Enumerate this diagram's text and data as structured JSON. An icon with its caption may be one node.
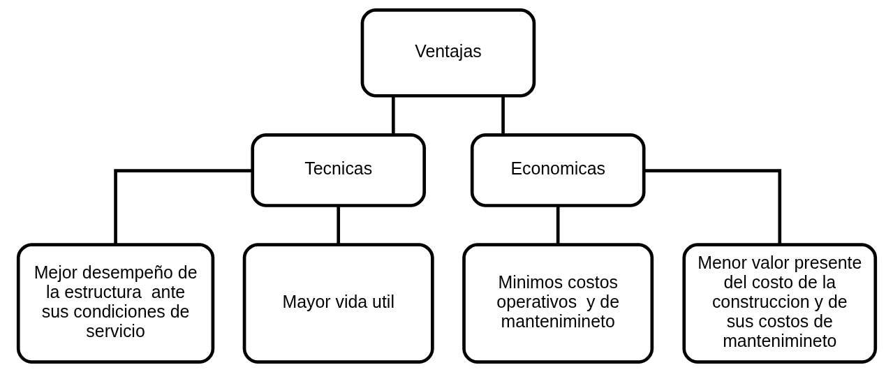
{
  "diagram": {
    "nodes": [
      {
        "text": [
          "Ventajas"
        ]
      },
      {
        "text": [
          "Tecnicas"
        ]
      },
      {
        "text": [
          "Economicas"
        ]
      },
      {
        "text": [
          "Mejor desempeño de la estructura  ante sus condiciones de servicio"
        ]
      },
      {
        "text": [
          "Mayor vida util"
        ]
      },
      {
        "text": [
          "Minimos costos operativos  y de mantenimineto"
        ]
      },
      {
        "text": [
          "Menor valor presente del costo de la construccion y de sus costos de mantenimineto"
        ]
      }
    ],
    "edges": [
      {
        "from": 0,
        "to": 1,
        "arrow": "none"
      },
      {
        "from": 0,
        "to": 2,
        "arrow": "none"
      },
      {
        "from": 1,
        "to": 3,
        "arrow": "none"
      },
      {
        "from": 1,
        "to": 4,
        "arrow": "none"
      },
      {
        "from": 2,
        "to": 5,
        "arrow": "none"
      },
      {
        "from": 2,
        "to": 6,
        "arrow": "none"
      }
    ]
  }
}
